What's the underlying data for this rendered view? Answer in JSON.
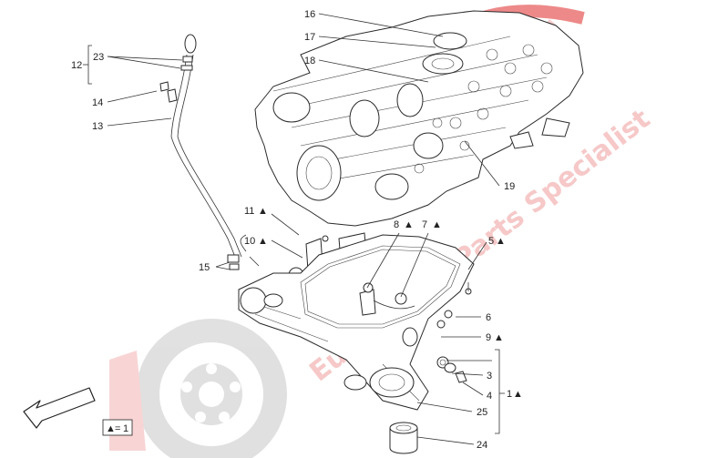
{
  "watermark": {
    "text": "Eurospares Parts Specialist",
    "colors": {
      "red": "#e23b3b",
      "pink": "#f3b2b2",
      "grey": "#c8c8c8"
    }
  },
  "callouts": {
    "n1": "1",
    "n3": "3",
    "n4": "4",
    "n5": "5",
    "n6": "6",
    "n7": "7",
    "n8": "8",
    "n9": "9",
    "n10": "10",
    "n11": "11",
    "n12": "12",
    "n13": "13",
    "n14": "14",
    "n15": "15",
    "n16": "16",
    "n17": "17",
    "n18": "18",
    "n19": "19",
    "n23": "23",
    "n24": "24",
    "n25": "25"
  },
  "symbols": {
    "kit_marker": "▲"
  },
  "legend": {
    "marker": "▲",
    "equals": "=",
    "value": "1"
  },
  "icons": {
    "direction_arrow": "arrow-left-down-icon"
  }
}
